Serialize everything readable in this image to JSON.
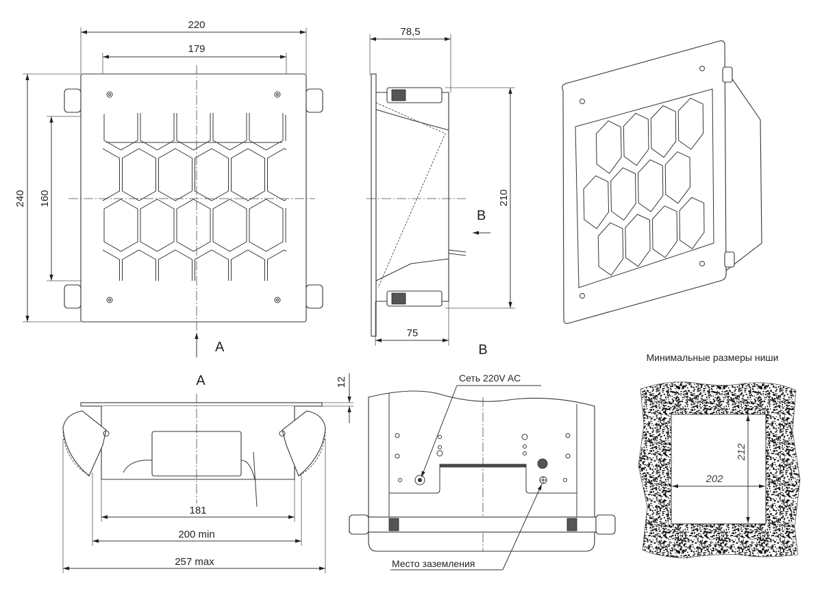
{
  "front_view": {
    "dim_width_total": "220",
    "dim_width_grille": "179",
    "dim_height_total": "240",
    "dim_height_grille": "160",
    "view_arrow_label": "A"
  },
  "side_view": {
    "dim_depth_top": "78,5",
    "dim_height": "210",
    "dim_depth_bottom": "75",
    "view_arrow_label": "B"
  },
  "section_a": {
    "title": "A",
    "dim_flange": "12",
    "dim_body": "181",
    "dim_min": "200 min",
    "dim_max": "257 max"
  },
  "view_b": {
    "title": "B",
    "callout_power": "Сеть 220V AC",
    "callout_ground": "Место заземления"
  },
  "niche": {
    "title": "Минимальные размеры ниши",
    "dim_height": "212",
    "dim_width": "202"
  }
}
